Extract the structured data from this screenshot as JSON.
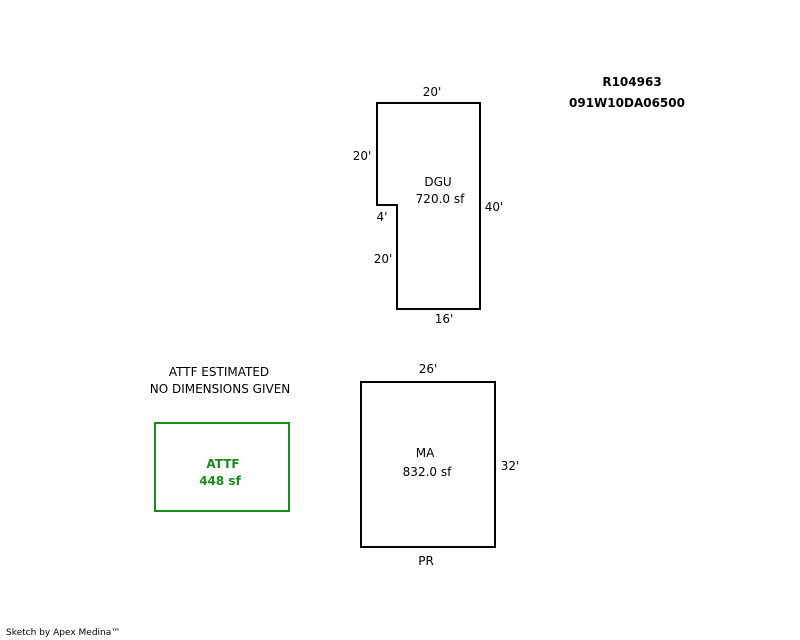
{
  "header": {
    "account_id": "R104963",
    "map_tax_lot": "091W10DA06500"
  },
  "areas": {
    "dgu": {
      "code": "DGU",
      "area": "720.0 sf",
      "dims": {
        "top": "20'",
        "left_upper": "20'",
        "notch": "4'",
        "left_lower": "20'",
        "right": "40'",
        "bottom": "16'"
      }
    },
    "ma": {
      "code": "MA",
      "area": "832.0 sf",
      "dims": {
        "top": "26'",
        "right": "32'"
      },
      "below_label": "PR"
    },
    "attf": {
      "code": "ATTF",
      "area": "448 sf",
      "note_line1": "ATTF ESTIMATED",
      "note_line2": "NO DIMENSIONS GIVEN",
      "color": "#1a8a1a"
    }
  },
  "footer": {
    "credit": "Sketch by Apex Medina™"
  }
}
